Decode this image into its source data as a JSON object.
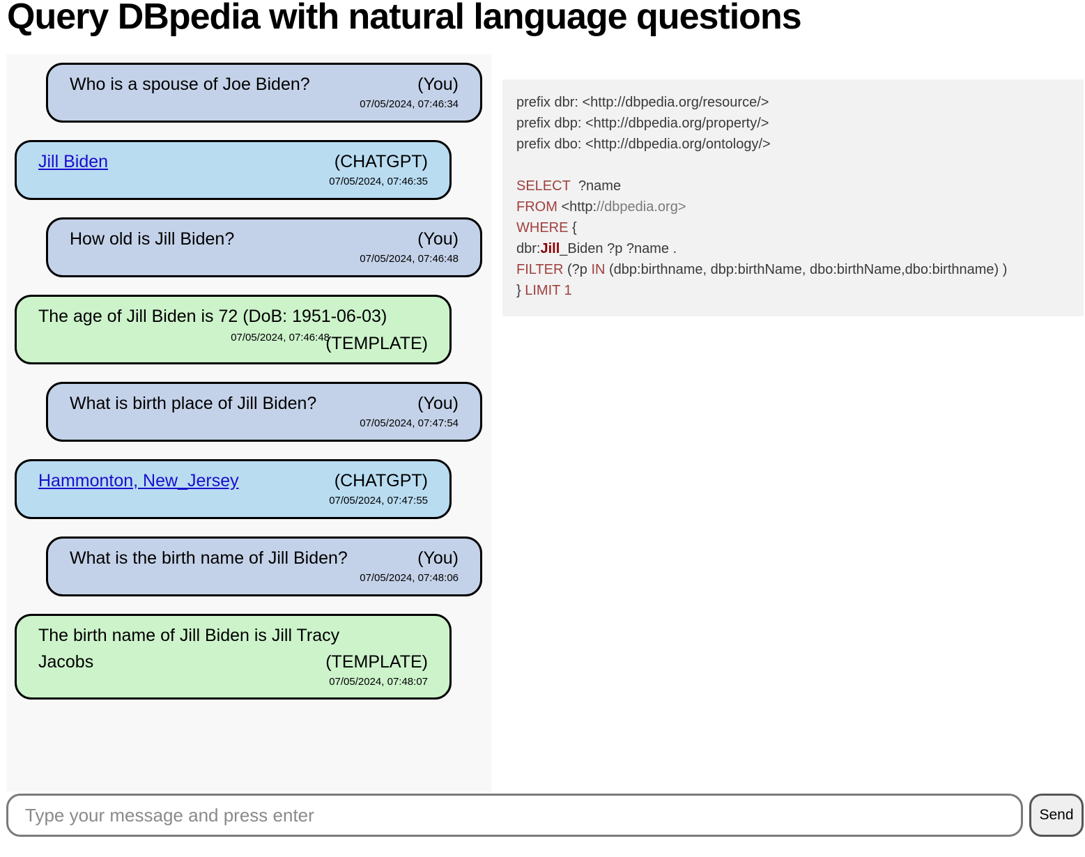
{
  "header": {
    "title": "Query DBpedia with natural language questions"
  },
  "chat": {
    "messages": [
      {
        "role": "user",
        "text": "Who is a spouse of Joe Biden?",
        "sender": "(You)",
        "time": "07/05/2024, 07:46:34"
      },
      {
        "role": "chatgpt",
        "link_text": "Jill Biden",
        "sender": "(CHATGPT)",
        "time": "07/05/2024, 07:46:35"
      },
      {
        "role": "user",
        "text": "How old is Jill Biden?",
        "sender": "(You)",
        "time": "07/05/2024, 07:46:48"
      },
      {
        "role": "template",
        "text": "The age of Jill Biden is 72 (DoB: 1951-06-03)",
        "sender": "(TEMPLATE)",
        "time": "07/05/2024, 07:46:48"
      },
      {
        "role": "user",
        "text": "What is birth place of Jill Biden?",
        "sender": "(You)",
        "time": "07/05/2024, 07:47:54"
      },
      {
        "role": "chatgpt",
        "link_text": "Hammonton, New_Jersey",
        "sender": "(CHATGPT)",
        "time": "07/05/2024, 07:47:55"
      },
      {
        "role": "user",
        "text": "What is the birth name of Jill Biden?",
        "sender": "(You)",
        "time": "07/05/2024, 07:48:06"
      },
      {
        "role": "template",
        "text_line1": "The birth name of Jill Biden is Jill Tracy",
        "text_line2": "Jacobs",
        "sender": "(TEMPLATE)",
        "time": "07/05/2024, 07:48:07"
      }
    ]
  },
  "query": {
    "prefix_dbr": "prefix dbr: <http://dbpedia.org/resource/>",
    "prefix_dbp": "prefix dbp: <http://dbpedia.org/property/>",
    "prefix_dbo": "prefix dbo: <http://dbpedia.org/ontology/>",
    "select_kw": "SELECT",
    "select_var": "?name",
    "from_kw": "FROM",
    "from_prefix": "<http:",
    "from_rest": "//dbpedia.org>",
    "where_kw": "WHERE",
    "where_brace": "{",
    "triple_prefix": "dbr:",
    "triple_highlight": "Jill",
    "triple_rest": "_Biden ?p ?name .",
    "filter_kw": "FILTER",
    "filter_var": "(?p",
    "in_kw": "IN",
    "filter_list": "(dbp:birthname, dbp:birthName, dbo:birthName,dbo:birthname) )",
    "close_brace": "}",
    "limit_kw": "LIMIT 1"
  },
  "input": {
    "placeholder": "Type your message and press enter",
    "value": ""
  },
  "send_label": "Send",
  "colors": {
    "user_bubble": "#c4d2e9",
    "chatgpt_bubble": "#b9dcf1",
    "template_bubble": "#cdf3cb",
    "link": "#1a0dcc",
    "sparql_keyword": "#a0403f"
  }
}
